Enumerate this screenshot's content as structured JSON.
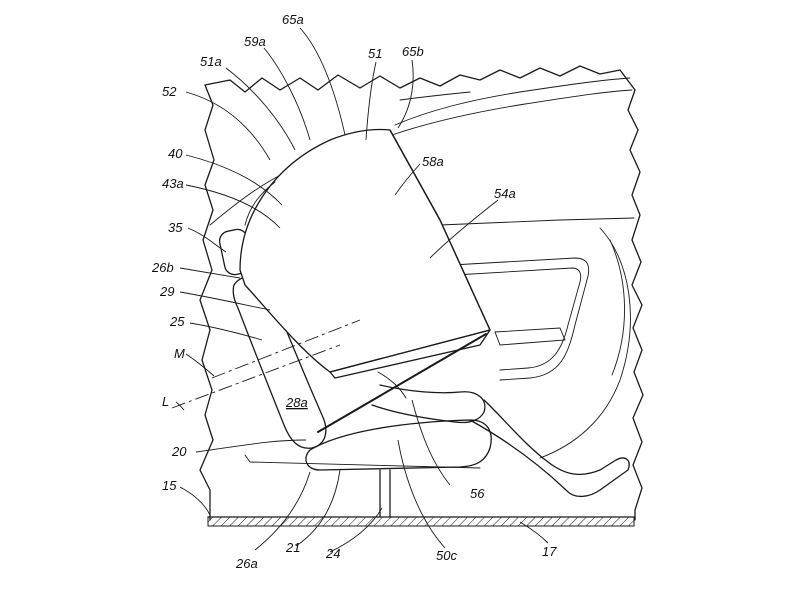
{
  "figure": {
    "labels": [
      {
        "id": "65a",
        "text": "65a"
      },
      {
        "id": "51",
        "text": "51"
      },
      {
        "id": "65b",
        "text": "65b"
      },
      {
        "id": "59a",
        "text": "59a"
      },
      {
        "id": "51a",
        "text": "51a"
      },
      {
        "id": "52",
        "text": "52"
      },
      {
        "id": "40",
        "text": "40"
      },
      {
        "id": "58a",
        "text": "58a"
      },
      {
        "id": "43a",
        "text": "43a"
      },
      {
        "id": "54a",
        "text": "54a"
      },
      {
        "id": "35",
        "text": "35"
      },
      {
        "id": "26b",
        "text": "26b"
      },
      {
        "id": "29",
        "text": "29"
      },
      {
        "id": "25",
        "text": "25"
      },
      {
        "id": "M",
        "text": "M"
      },
      {
        "id": "L",
        "text": "L"
      },
      {
        "id": "28a",
        "text": "28a"
      },
      {
        "id": "20",
        "text": "20"
      },
      {
        "id": "15",
        "text": "15"
      },
      {
        "id": "56",
        "text": "56"
      },
      {
        "id": "26a",
        "text": "26a"
      },
      {
        "id": "21",
        "text": "21"
      },
      {
        "id": "24",
        "text": "24"
      },
      {
        "id": "50c",
        "text": "50c"
      },
      {
        "id": "17",
        "text": "17"
      }
    ]
  }
}
